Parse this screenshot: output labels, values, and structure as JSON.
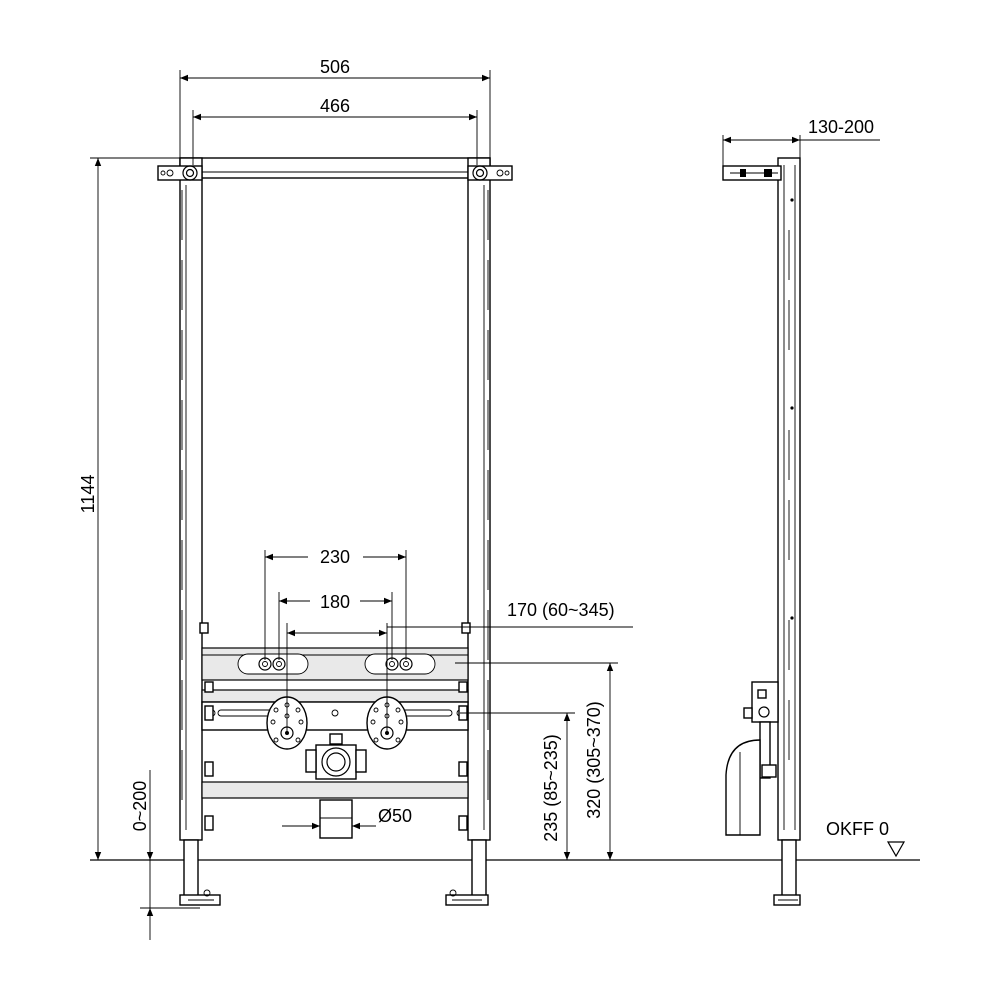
{
  "dimensions": {
    "outer_width": "506",
    "inner_width": "466",
    "total_height": "1144",
    "depth": "130-200",
    "spacing_outer": "230",
    "spacing_inner": "180",
    "connection_height": "170 (60~345)",
    "floor_adjust": "0~200",
    "drain_diameter": "Ø50",
    "lower_height": "235 (85~235)",
    "upper_height": "320 (305~370)",
    "floor_level": "OKFF 0"
  },
  "icons": {
    "floor_marker": "triangle-down-icon"
  }
}
